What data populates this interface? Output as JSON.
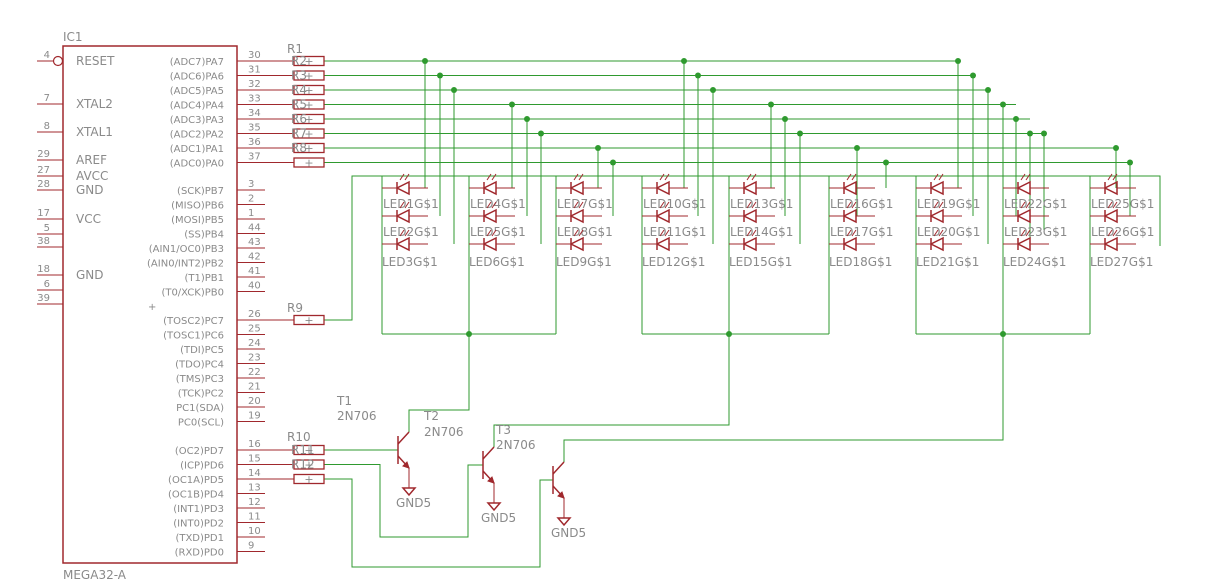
{
  "ic": {
    "name": "IC1",
    "value": "MEGA32-A",
    "left_pins": [
      {
        "num": "4",
        "label": "RESET",
        "inverted": true
      },
      {
        "num": "7",
        "label": "XTAL2"
      },
      {
        "num": "8",
        "label": "XTAL1"
      },
      {
        "num": "29",
        "label": "AREF"
      },
      {
        "num": "27",
        "label": "AVCC"
      },
      {
        "num": "28",
        "label": "GND"
      },
      {
        "num": "17",
        "label": "VCC"
      },
      {
        "num": "5",
        "label": ""
      },
      {
        "num": "38",
        "label": ""
      },
      {
        "num": "18",
        "label": "GND"
      },
      {
        "num": "6",
        "label": ""
      },
      {
        "num": "39",
        "label": ""
      }
    ],
    "right_pins": [
      {
        "num": "30",
        "label": "(ADC7)PA7"
      },
      {
        "num": "31",
        "label": "(ADC6)PA6"
      },
      {
        "num": "32",
        "label": "(ADC5)PA5"
      },
      {
        "num": "33",
        "label": "(ADC4)PA4"
      },
      {
        "num": "34",
        "label": "(ADC3)PA3"
      },
      {
        "num": "35",
        "label": "(ADC2)PA2"
      },
      {
        "num": "36",
        "label": "(ADC1)PA1"
      },
      {
        "num": "37",
        "label": "(ADC0)PA0"
      },
      {
        "num": "3",
        "label": "(SCK)PB7"
      },
      {
        "num": "2",
        "label": "(MISO)PB6"
      },
      {
        "num": "1",
        "label": "(MOSI)PB5"
      },
      {
        "num": "44",
        "label": "(SS)PB4"
      },
      {
        "num": "43",
        "label": "(AIN1/OC0)PB3"
      },
      {
        "num": "42",
        "label": "(AIN0/INT2)PB2"
      },
      {
        "num": "41",
        "label": "(T1)PB1"
      },
      {
        "num": "40",
        "label": "(T0/XCK)PB0"
      },
      {
        "num": "26",
        "label": "(TOSC2)PC7"
      },
      {
        "num": "25",
        "label": "(TOSC1)PC6"
      },
      {
        "num": "24",
        "label": "(TDI)PC5"
      },
      {
        "num": "23",
        "label": "(TDO)PC4"
      },
      {
        "num": "22",
        "label": "(TMS)PC3"
      },
      {
        "num": "21",
        "label": "(TCK)PC2"
      },
      {
        "num": "20",
        "label": "PC1(SDA)"
      },
      {
        "num": "19",
        "label": "PC0(SCL)"
      },
      {
        "num": "16",
        "label": "(OC2)PD7"
      },
      {
        "num": "15",
        "label": "(ICP)PD6"
      },
      {
        "num": "14",
        "label": "(OC1A)PD5"
      },
      {
        "num": "13",
        "label": "(OC1B)PD4"
      },
      {
        "num": "12",
        "label": "(INT1)PD3"
      },
      {
        "num": "11",
        "label": "(INT0)PD2"
      },
      {
        "num": "10",
        "label": "(TXD)PD1"
      },
      {
        "num": "9",
        "label": "(RXD)PD0"
      }
    ]
  },
  "resistors": {
    "r1": "R1",
    "r9": "R9",
    "r10": "R10",
    "r1_stack": [
      "R2",
      "R3",
      "R4",
      "R5",
      "R6",
      "R7",
      "R8"
    ],
    "r10_stack": [
      "R11",
      "R12"
    ]
  },
  "transistors": [
    {
      "name": "T1",
      "value": "2N706",
      "gnd": "GND5"
    },
    {
      "name": "T2",
      "value": "2N706",
      "gnd": "GND5"
    },
    {
      "name": "T3",
      "value": "2N706",
      "gnd": "GND5"
    }
  ],
  "led_groups": [
    {
      "top": "LED1G$1",
      "mid": "LED2G$1",
      "bot": "LED3G$1"
    },
    {
      "top": "LED4G$1",
      "mid": "LED5G$1",
      "bot": "LED6G$1"
    },
    {
      "top": "LED7G$1",
      "mid": "LED8G$1",
      "bot": "LED9G$1"
    },
    {
      "top": "LED10G$1",
      "mid": "LED11G$1",
      "bot": "LED12G$1"
    },
    {
      "top": "LED13G$1",
      "mid": "LED14G$1",
      "bot": "LED15G$1"
    },
    {
      "top": "LED16G$1",
      "mid": "LED17G$1",
      "bot": "LED18G$1"
    },
    {
      "top": "LED19G$1",
      "mid": "LED20G$1",
      "bot": "LED21G$1"
    },
    {
      "top": "LED22G$1",
      "mid": "LED23G$1",
      "bot": "LED24G$1"
    },
    {
      "top": "LED25G$1",
      "mid": "LED26G$1",
      "bot": "LED27G$1"
    }
  ],
  "colors": {
    "symbol": "#a0282d",
    "wire": "#2f9a2f",
    "text": "#8a8a8a"
  }
}
